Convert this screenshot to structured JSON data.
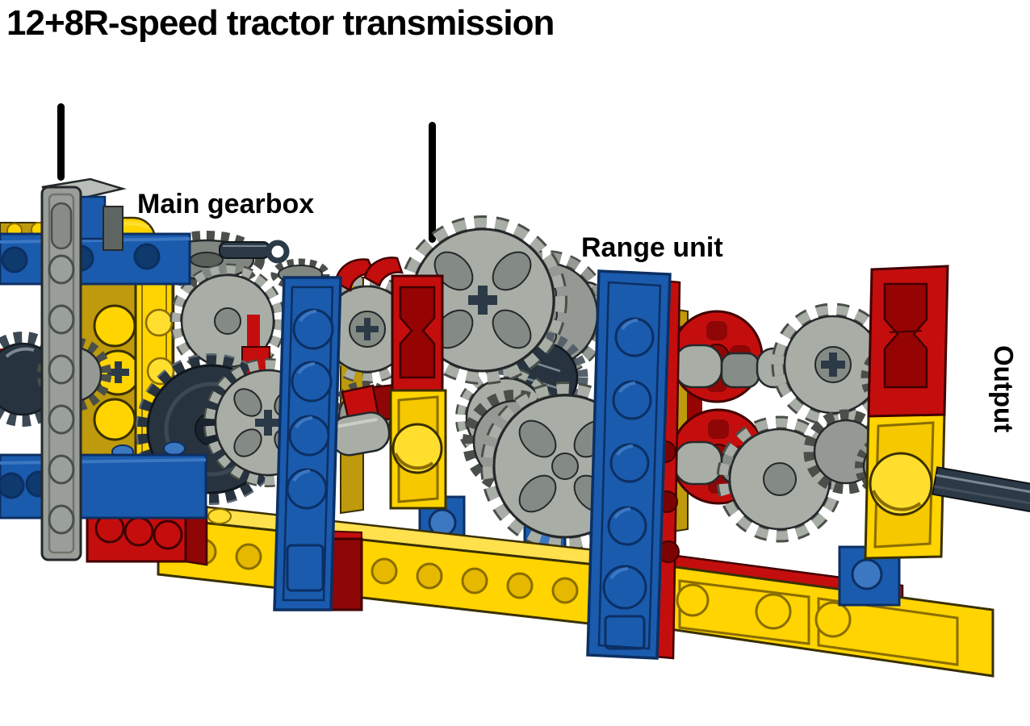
{
  "title": "12+8R-speed tractor transmission",
  "annotations": {
    "main_gearbox": {
      "label": "Main gearbox"
    },
    "range_unit": {
      "label": "Range unit"
    },
    "output": {
      "label": "Output"
    }
  },
  "colors": {
    "background": "#FFFFFF",
    "text": "#000000",
    "lego_yellow": "#FFD400",
    "lego_yellow_bright": "#FFDE2E",
    "lego_yellow_top": "#FFE14D",
    "lego_yellow_dark": "#BE9A0C",
    "lego_yellow_shadow": "#8A6D00",
    "lego_yellow_outline": "#3A3000",
    "lego_blue": "#1A5BAD",
    "lego_blue_light": "#3C77C2",
    "lego_blue_dark": "#0C2F63",
    "lego_blue_hole": "#0E3A6E",
    "lego_red": "#C40E0E",
    "lego_red_dark": "#8F0606",
    "lego_red_deep": "#950303",
    "lego_red_outline": "#420000",
    "gear_gray": "#A8AEA6",
    "gear_gray_mid": "#949A93",
    "gear_gray_inner": "#848B84",
    "gear_gray_dark": "#4A4F4A",
    "liftarm_gray": "#999E99",
    "liftarm_gray_light": "#B9BEB9",
    "dark_axle": "#2C3A47",
    "dark_axle_hi": "#7C8894",
    "dark_gear": "#27333E",
    "outline": "#24282A"
  }
}
